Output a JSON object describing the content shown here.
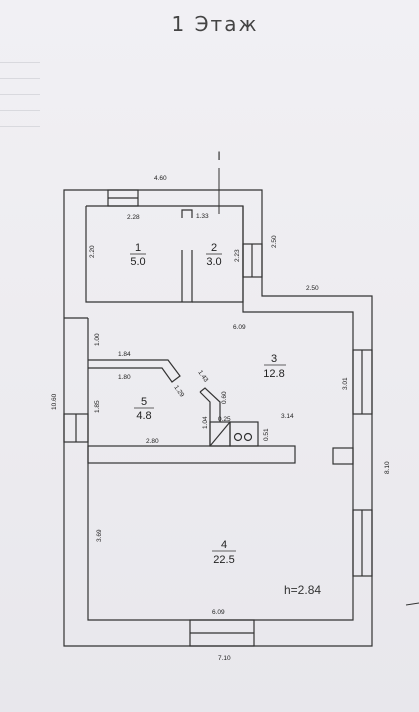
{
  "title": "1  Этаж",
  "section_mark": "I",
  "height_note": "h=2.84",
  "rooms": [
    {
      "id": "room-1",
      "number": "1",
      "area": "5.0"
    },
    {
      "id": "room-2",
      "number": "2",
      "area": "3.0"
    },
    {
      "id": "room-3",
      "number": "3",
      "area": "12.8"
    },
    {
      "id": "room-4",
      "number": "4",
      "area": "22.5"
    },
    {
      "id": "room-5",
      "number": "5",
      "area": "4.8"
    }
  ],
  "dimensions": {
    "top_overall": "4.60",
    "room1_width": "2.28",
    "room2_width": "1.33",
    "room1_height": "2.20",
    "room2_height": "2.23",
    "step_height": "2.50",
    "step_width": "2.50",
    "room3_top": "6.09",
    "left_overall": "10.60",
    "room5_upper": "1.00",
    "partition_top": "1.84",
    "partition_inner": "1.80",
    "diag_a": "1.43",
    "diag_b": "1.29",
    "room5_height": "1.85",
    "stove_a": "0.60",
    "stove_b": "0.25",
    "stove_c": "1.04",
    "stove_d": "0.51",
    "room3_right": "3.01",
    "room3_width_right": "3.14",
    "room5_width": "2.80",
    "right_overall": "8.10",
    "room4_height": "3.69",
    "room4_width": "6.09",
    "bottom_overall": "7.10"
  }
}
